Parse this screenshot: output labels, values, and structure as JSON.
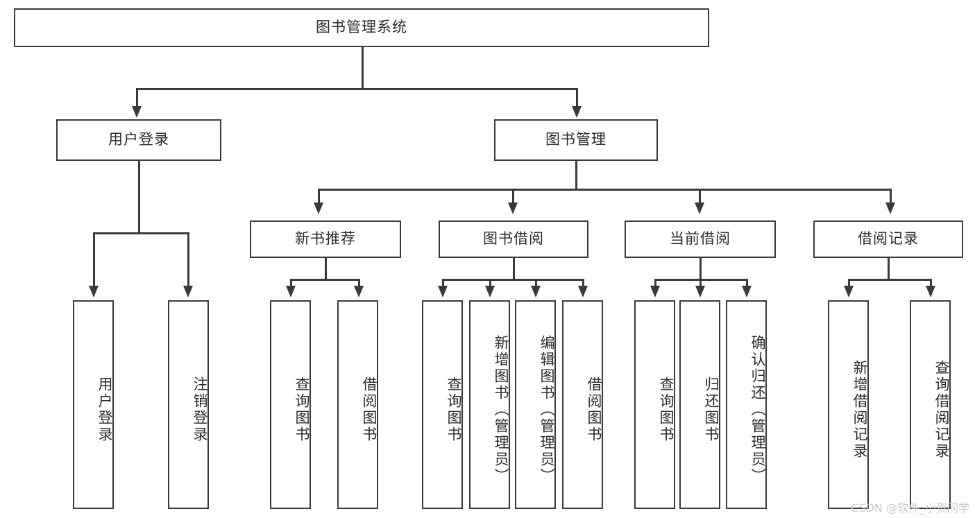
{
  "diagram": {
    "title": "图书管理系统",
    "watermark": "CSDN @软件_小贺同学",
    "accent_color": "#3a3a3a",
    "background_color": "#ffffff",
    "text_color": "#2b2b2b",
    "watermark_color": "#c9c9c9",
    "type": "tree-hierarchy-chart",
    "levels": 4,
    "nodes": {
      "root": "图书管理系统",
      "level1": [
        {
          "label": "用户登录"
        },
        {
          "label": "图书管理"
        }
      ],
      "level2": [
        {
          "label": "新书推荐"
        },
        {
          "label": "图书借阅"
        },
        {
          "label": "当前借阅"
        },
        {
          "label": "借阅记录"
        }
      ],
      "leaves_user_login": [
        {
          "label": "用户登录"
        },
        {
          "label": "注销登录"
        }
      ],
      "leaves_new_book": [
        {
          "label": "查询图书"
        },
        {
          "label": "借阅图书"
        }
      ],
      "leaves_borrow": [
        {
          "label": "查询图书"
        },
        {
          "label": "新增图书（管理员）"
        },
        {
          "label": "编辑图书（管理员）"
        },
        {
          "label": "借阅图书"
        }
      ],
      "leaves_current": [
        {
          "label": "查询图书"
        },
        {
          "label": "归还图书"
        },
        {
          "label": "确认归还（管理员）"
        }
      ],
      "leaves_record": [
        {
          "label": "新增借阅记录"
        },
        {
          "label": "查询借阅记录"
        }
      ]
    }
  }
}
